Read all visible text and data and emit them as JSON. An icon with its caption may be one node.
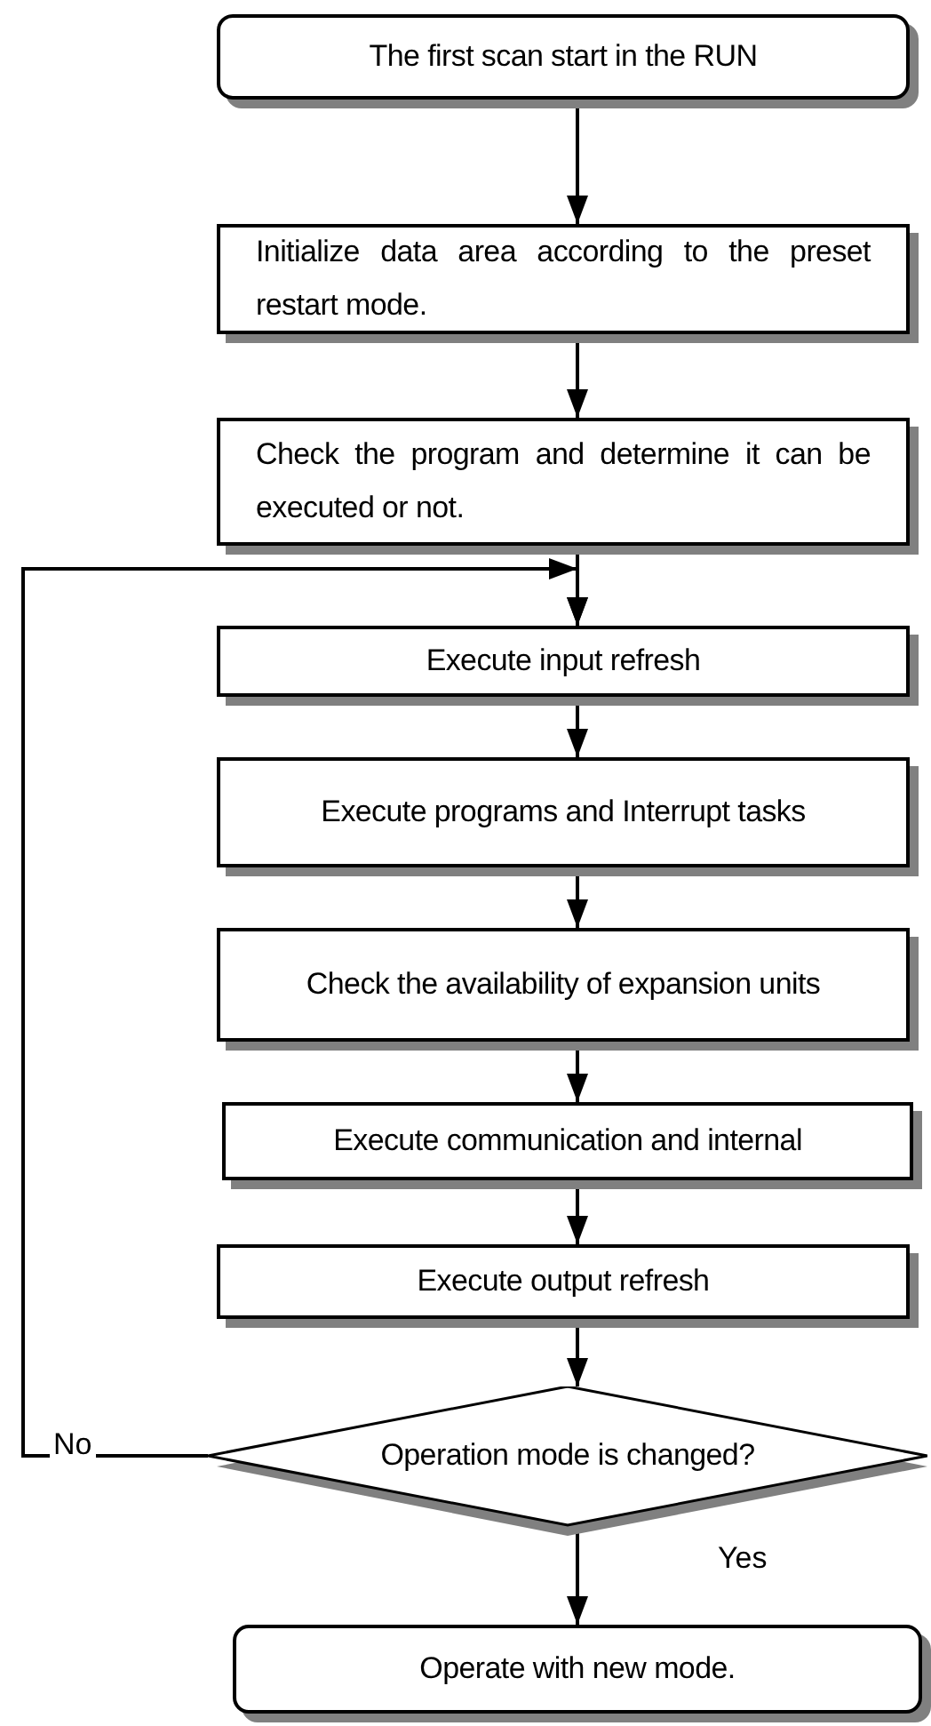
{
  "diagram": {
    "nodes": [
      {
        "text": [
          "The first scan start in the RUN"
        ]
      },
      {
        "text": [
          "Initialize data area according to the preset restart mode."
        ]
      },
      {
        "text": [
          "Check the program and determine it can be executed or not."
        ]
      },
      {
        "text": [
          "Execute input refresh"
        ]
      },
      {
        "text": [
          "Execute programs and Interrupt tasks"
        ]
      },
      {
        "text": [
          "Check the availability of expansion units"
        ]
      },
      {
        "text": [
          "Execute communication and internal"
        ]
      },
      {
        "text": [
          "Execute output refresh"
        ]
      },
      {
        "text": [
          "Operation mode is changed?"
        ]
      },
      {
        "text": [
          "Operate with new mode."
        ]
      }
    ],
    "edges": [
      {
        "from": 0,
        "to": 1,
        "arrow": "to"
      },
      {
        "from": 1,
        "to": 2,
        "arrow": "to"
      },
      {
        "from": 2,
        "to": 3,
        "arrow": "to"
      },
      {
        "from": 3,
        "to": 4,
        "arrow": "to"
      },
      {
        "from": 4,
        "to": 5,
        "arrow": "to"
      },
      {
        "from": 5,
        "to": 6,
        "arrow": "to"
      },
      {
        "from": 6,
        "to": 7,
        "arrow": "to"
      },
      {
        "from": 7,
        "to": 8,
        "arrow": "to"
      },
      {
        "from": 8,
        "to": 3,
        "arrow": "to",
        "label": "No"
      },
      {
        "from": 8,
        "to": 9,
        "arrow": "to",
        "label": "Yes"
      }
    ]
  }
}
